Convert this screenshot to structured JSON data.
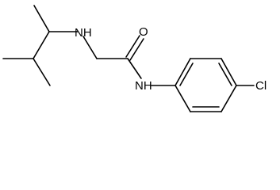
{
  "molecule": {
    "atoms": [
      {
        "id": "nh_amine",
        "element": "N",
        "text": "NH"
      },
      {
        "id": "o_carbonyl",
        "element": "O",
        "text": "O"
      },
      {
        "id": "nh_amide",
        "element": "N",
        "text": "NH"
      },
      {
        "id": "cl",
        "element": "Cl",
        "text": "Cl"
      }
    ],
    "bond_color": "#000000",
    "label_color": "#000000"
  }
}
